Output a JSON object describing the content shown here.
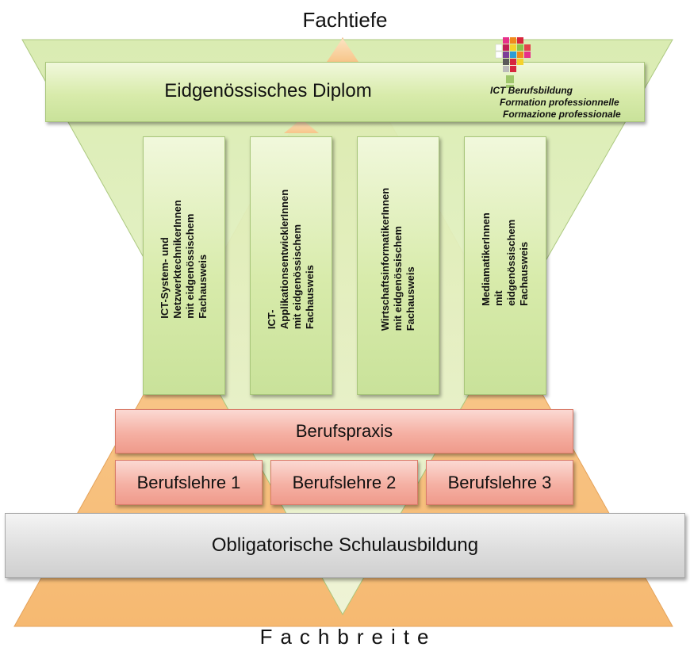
{
  "diagram": {
    "top_axis_label": "Fachtiefe",
    "bottom_axis_label": "Fachbreite",
    "diploma": "Eidgenössisches Diplom",
    "logo": {
      "line1": "ICT Berufsbildung",
      "line2": "Formation professionnelle",
      "line3": "Formazione professionale"
    },
    "columns": [
      {
        "label": "ICT-System- und NetzwerktechnikerInnen mit eidgenössischem Fachausweis"
      },
      {
        "label": "ICT-ApplikationsentwicklerInnen mit eidgenössischem Fachausweis"
      },
      {
        "label": "WirtschaftsinformatikerInnen mit eidgenössischem Fachausweis"
      },
      {
        "label": "MediamatikerInnen mit eidgenössischem Fachausweis"
      }
    ],
    "practice": "Berufspraxis",
    "apprenticeships": [
      {
        "label": "Berufslehre 1"
      },
      {
        "label": "Berufslehre 2"
      },
      {
        "label": "Berufslehre 3"
      }
    ],
    "school": "Obligatorische Schulausbildung"
  },
  "colors": {
    "green_fill": "#d8ebab",
    "orange_fill": "#f9c98c",
    "red_fill": "#f5b0a3",
    "gray_fill": "#dedede"
  },
  "icons": [
    "logo-mosaic-icon"
  ]
}
